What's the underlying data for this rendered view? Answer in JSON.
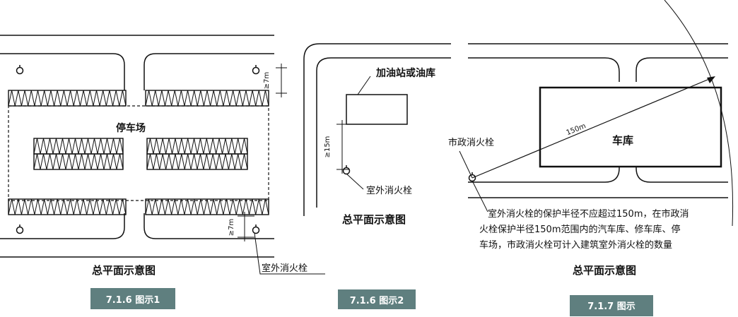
{
  "panel1": {
    "parking_label": "停车场",
    "plan_title": "总平面示意图",
    "hydrant_label": "室外消火栓",
    "dim_7m_top": "≥7m",
    "dim_7m_bottom": "≥7m",
    "badge": "7.1.6 图示1"
  },
  "panel2": {
    "station_label": "加油站或油库",
    "hydrant_label": "室外消火栓",
    "dim_15m": "≥15m",
    "plan_title": "总平面示意图",
    "badge": "7.1.6 图示2"
  },
  "panel3": {
    "municipal_hydrant_label": "市政消火栓",
    "garage_label": "车库",
    "distance_label": "150m",
    "note_line1": "室外消火栓的保护半径不应超过150m，在市政消",
    "note_line2": "火栓保护半径150m范围内的汽车库、修车库、停",
    "note_line3": "车场，市政消火栓可计入建筑室外消火栓的数量",
    "plan_title": "总平面示意图",
    "badge": "7.1.7 图示"
  },
  "colors": {
    "line": "#111111",
    "badge_bg": "#5f7f7f"
  }
}
